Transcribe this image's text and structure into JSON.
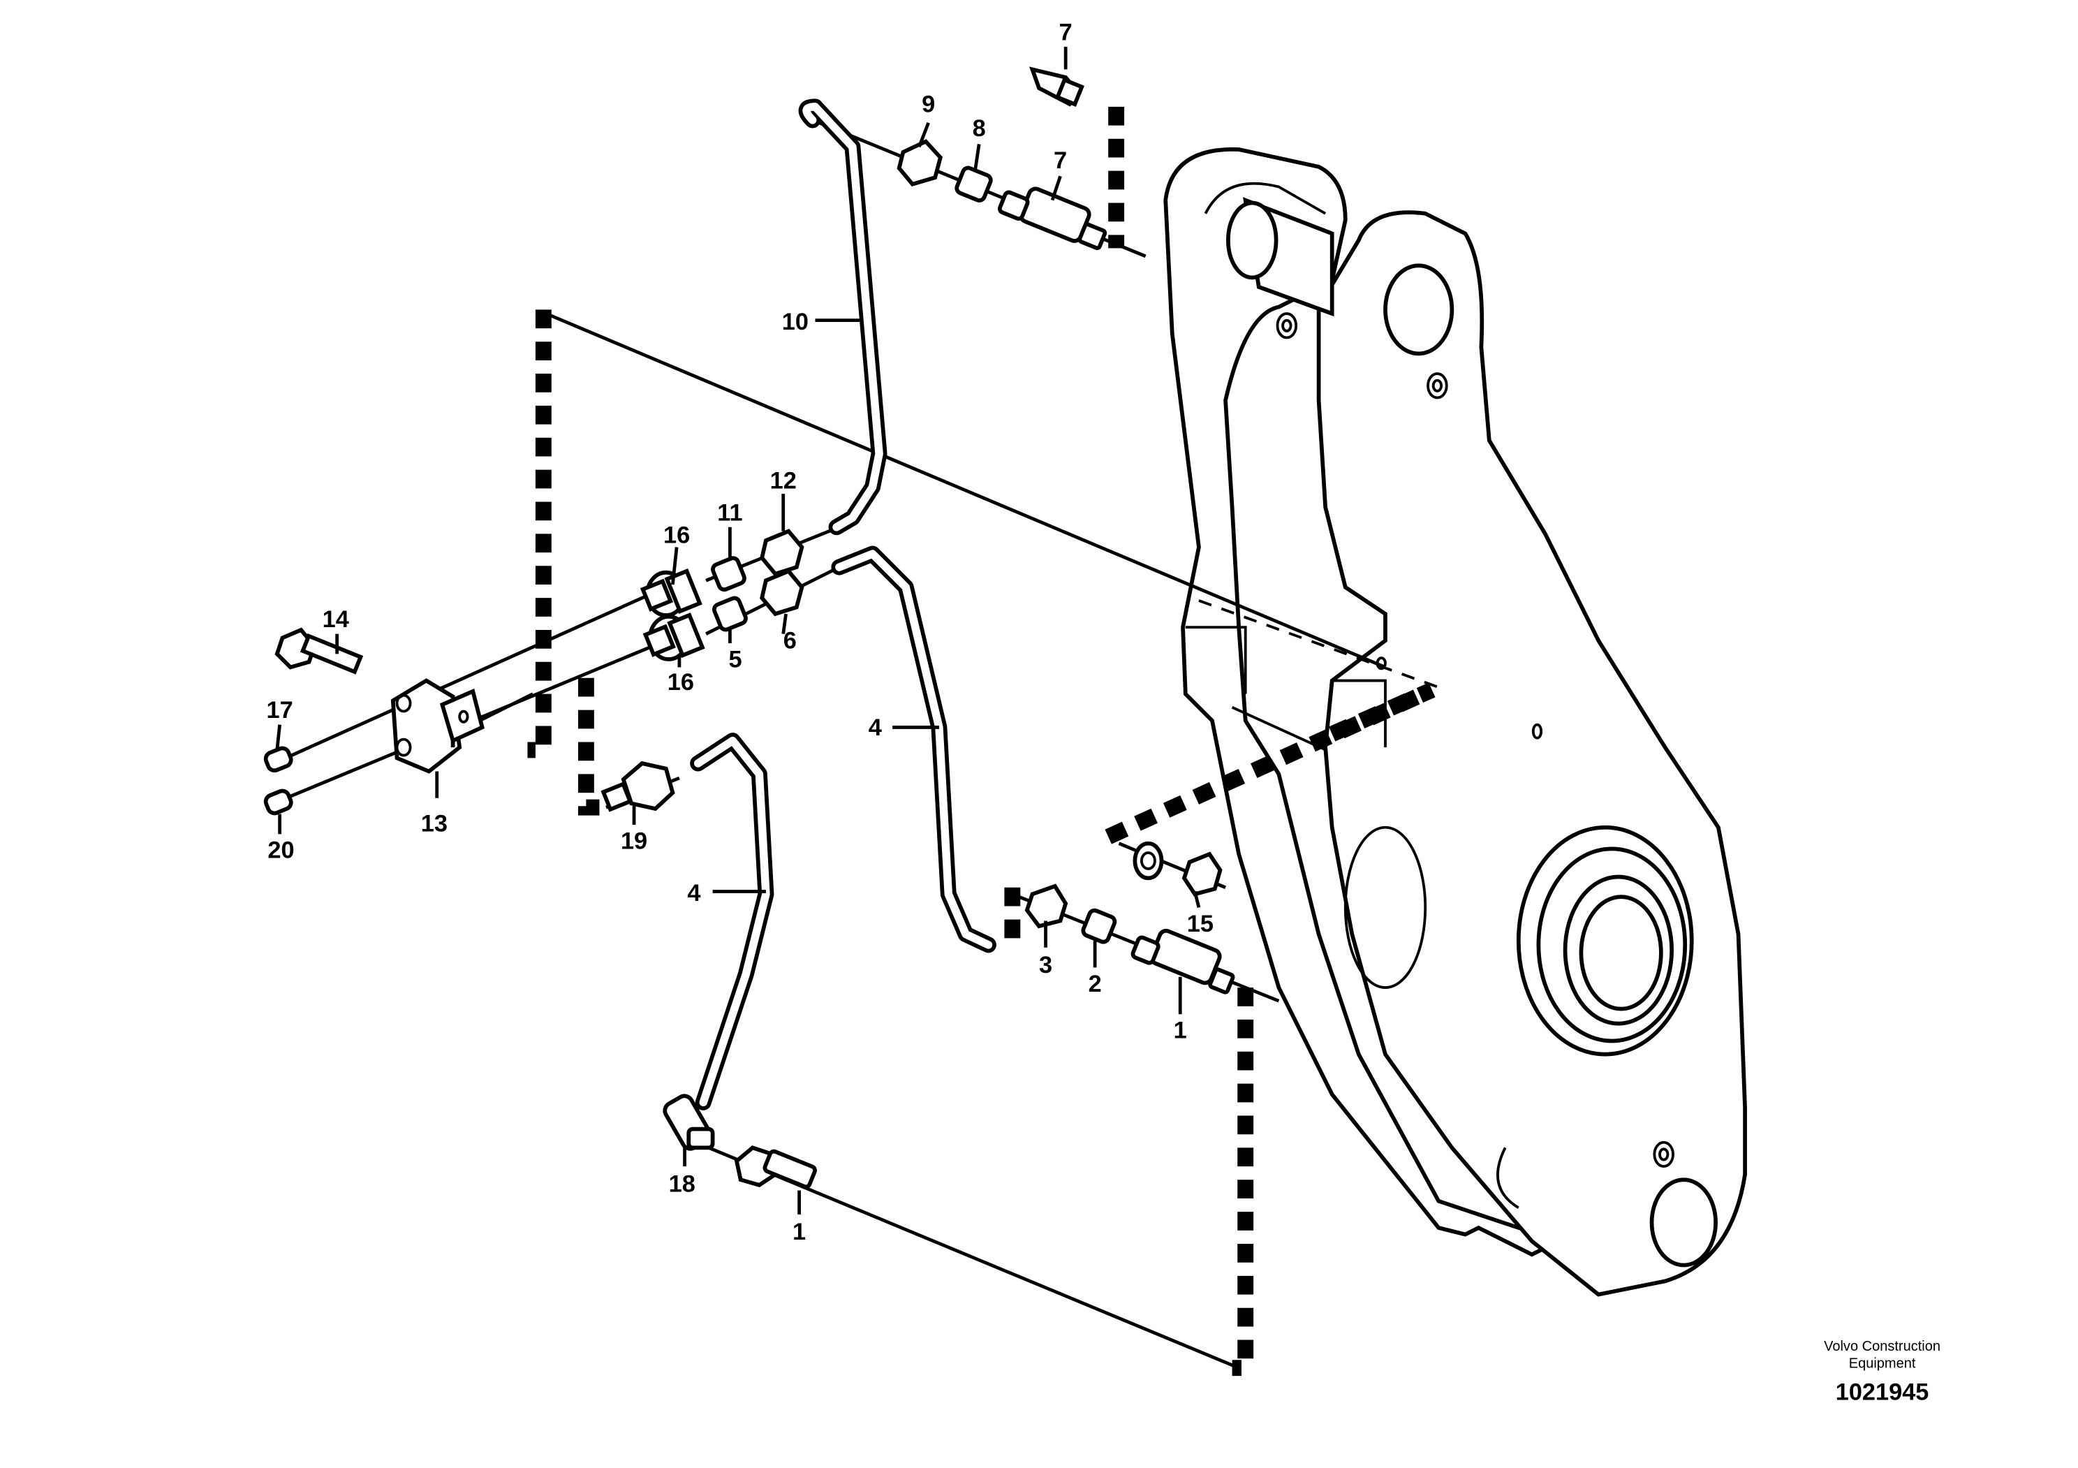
{
  "diagram": {
    "callouts": [
      "1",
      "1",
      "2",
      "3",
      "4",
      "4",
      "5",
      "6",
      "7",
      "7",
      "8",
      "9",
      "10",
      "11",
      "12",
      "13",
      "14",
      "15",
      "16",
      "16",
      "17",
      "18",
      "19",
      "20"
    ]
  },
  "footer": {
    "brand_line1": "Volvo Construction",
    "brand_line2": "Equipment",
    "doc_number": "1021945"
  }
}
